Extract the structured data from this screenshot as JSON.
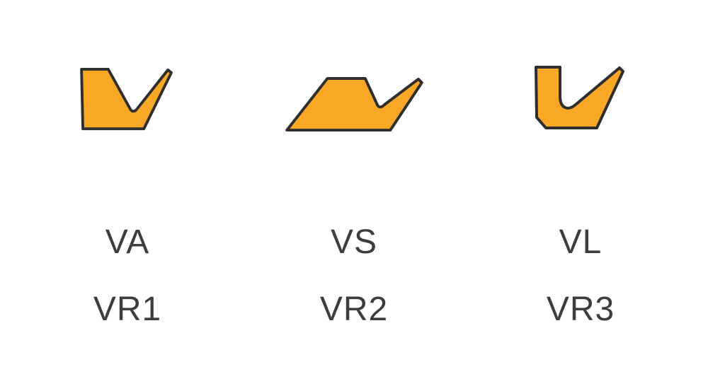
{
  "colors": {
    "seal_fill": "#F9A826",
    "seal_outline": "#2E2E2E",
    "label": "#3D3D3D"
  },
  "items": [
    {
      "type": "VA",
      "code": "VR1",
      "shape": "va-seal-profile"
    },
    {
      "type": "VS",
      "code": "VR2",
      "shape": "vs-seal-profile"
    },
    {
      "type": "VL",
      "code": "VR3",
      "shape": "vl-seal-profile"
    }
  ]
}
